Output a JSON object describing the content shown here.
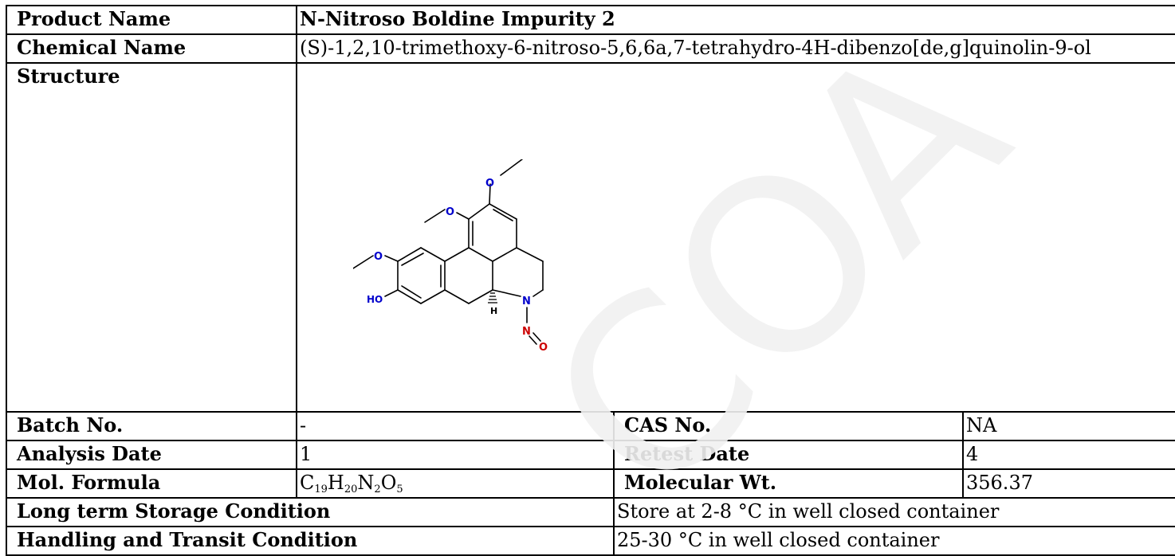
{
  "rows": {
    "product_name": {
      "label": "Product Name",
      "value": "N-Nitroso Boldine Impurity 2"
    },
    "chemical_name": {
      "label": "Chemical Name",
      "value": "(S)-1,2,10-trimethoxy-6-nitroso-5,6,6a,7-tetrahydro-4H-dibenzo[de,g]quinolin-9-ol"
    },
    "structure": {
      "label": "Structure"
    },
    "batch_no": {
      "label": "Batch No.",
      "value": "-"
    },
    "cas_no": {
      "label": "CAS No.",
      "value": "NA"
    },
    "analysis_date": {
      "label": "Analysis Date",
      "value": "1"
    },
    "retest_date": {
      "label": "Retest Date",
      "value": "4"
    },
    "mol_formula": {
      "label": "Mol. Formula",
      "parts": [
        {
          "el": "C",
          "n": "19"
        },
        {
          "el": "H",
          "n": "20"
        },
        {
          "el": "N",
          "n": "2"
        },
        {
          "el": "O",
          "n": "5"
        }
      ]
    },
    "molecular_wt": {
      "label": "Molecular Wt.",
      "value": "356.37"
    },
    "long_term_storage": {
      "label": "Long term Storage Condition",
      "value": "Store at 2-8 °C in well closed container"
    },
    "handling_transit": {
      "label": "Handling and Transit Condition",
      "value": "25-30 °C in well closed container"
    }
  },
  "structure_labels": {
    "o1": "O",
    "o2": "O",
    "o3": "O",
    "ho": "HO",
    "n6": "N",
    "h": "H",
    "n_nitroso": "N",
    "o_nitroso": "O"
  },
  "watermark": {
    "text": "COA",
    "color": "#f2f2f2"
  },
  "colors": {
    "oxygen": "#cc0000",
    "nitrogen": "#0000cc",
    "border": "#000000"
  }
}
